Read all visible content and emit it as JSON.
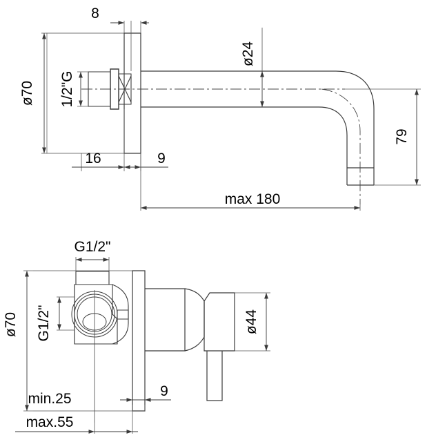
{
  "drawing": {
    "title": "wall-mounted basin mixer technical drawing",
    "line_color": "#3a3a3a",
    "dim_color": "#555555",
    "center_color": "#444444",
    "text_color": "#000000",
    "background": "#ffffff"
  },
  "views": {
    "top": {
      "name": "spout-side-view",
      "dimensions": {
        "plate_diameter": "ø70",
        "thread_size": "1/2\"G",
        "flange_thickness": "8",
        "inset_left": "16",
        "plate_depth": "9",
        "tube_diameter": "ø24",
        "projection": "max 180",
        "drop_height": "79"
      }
    },
    "bottom": {
      "name": "valve-body-view",
      "dimensions": {
        "plate_diameter": "ø70",
        "inlet_top_thread": "G1/2\"",
        "inlet_side_thread": "G1/2\"",
        "handle_diameter": "ø44",
        "plate_depth": "9",
        "wall_depth_min": "min.25",
        "wall_depth_max": "max.55"
      }
    }
  },
  "labels": {
    "d70_top": "ø70",
    "thread_half_g": "1/2\"G",
    "dim_8": "8",
    "dim_16": "16",
    "dim_9_top": "9",
    "d24": "ø24",
    "max180": "max 180",
    "dim_79": "79",
    "g_half_top": "G1/2\"",
    "d70_bottom": "ø70",
    "g_half_side": "G1/2\"",
    "d44": "ø44",
    "dim_9_bottom": "9",
    "min25": "min.25",
    "max55": "max.55"
  }
}
